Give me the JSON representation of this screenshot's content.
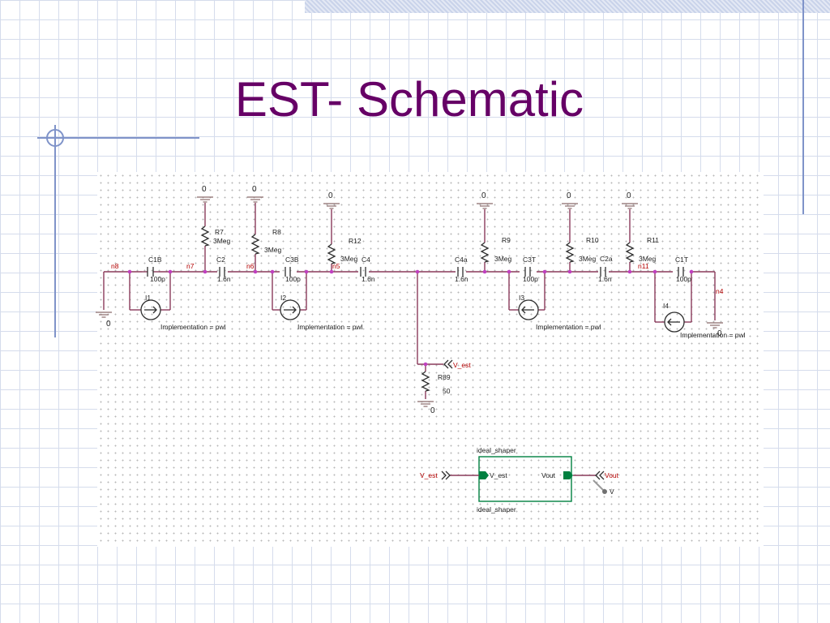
{
  "title": "EST- Schematic",
  "ground_label": "0",
  "implementation_label": "Implementation = pwl",
  "resistors": [
    {
      "name": "R7",
      "value": "3Meg"
    },
    {
      "name": "R8",
      "value": "3Meg"
    },
    {
      "name": "R12",
      "value": "3Meg"
    },
    {
      "name": "R9",
      "value": "3Meg"
    },
    {
      "name": "R10",
      "value": "3Meg"
    },
    {
      "name": "R11",
      "value": "3Meg"
    },
    {
      "name": "R89",
      "value": "50"
    }
  ],
  "capacitors": [
    {
      "name": "C1B",
      "value": "100p"
    },
    {
      "name": "C2",
      "value": "1.6n"
    },
    {
      "name": "C3B",
      "value": "100p"
    },
    {
      "name": "C4",
      "value": "1.6n"
    },
    {
      "name": "C4a",
      "value": "1.6n"
    },
    {
      "name": "C3T",
      "value": "100p"
    },
    {
      "name": "C2a",
      "value": "1.6n"
    },
    {
      "name": "C1T",
      "value": "100p"
    }
  ],
  "current_sources": [
    "I1",
    "I2",
    "I3",
    "I4"
  ],
  "nets": [
    "n8",
    "n7",
    "n6",
    "n5",
    "n11",
    "n4"
  ],
  "offpage": {
    "v_est": "V_est",
    "vout": "Vout"
  },
  "block": {
    "name": "ideal_shaper",
    "ref": "ideal_shaper",
    "port_in": "V_est",
    "port_out": "Vout"
  },
  "probe_label": "V"
}
